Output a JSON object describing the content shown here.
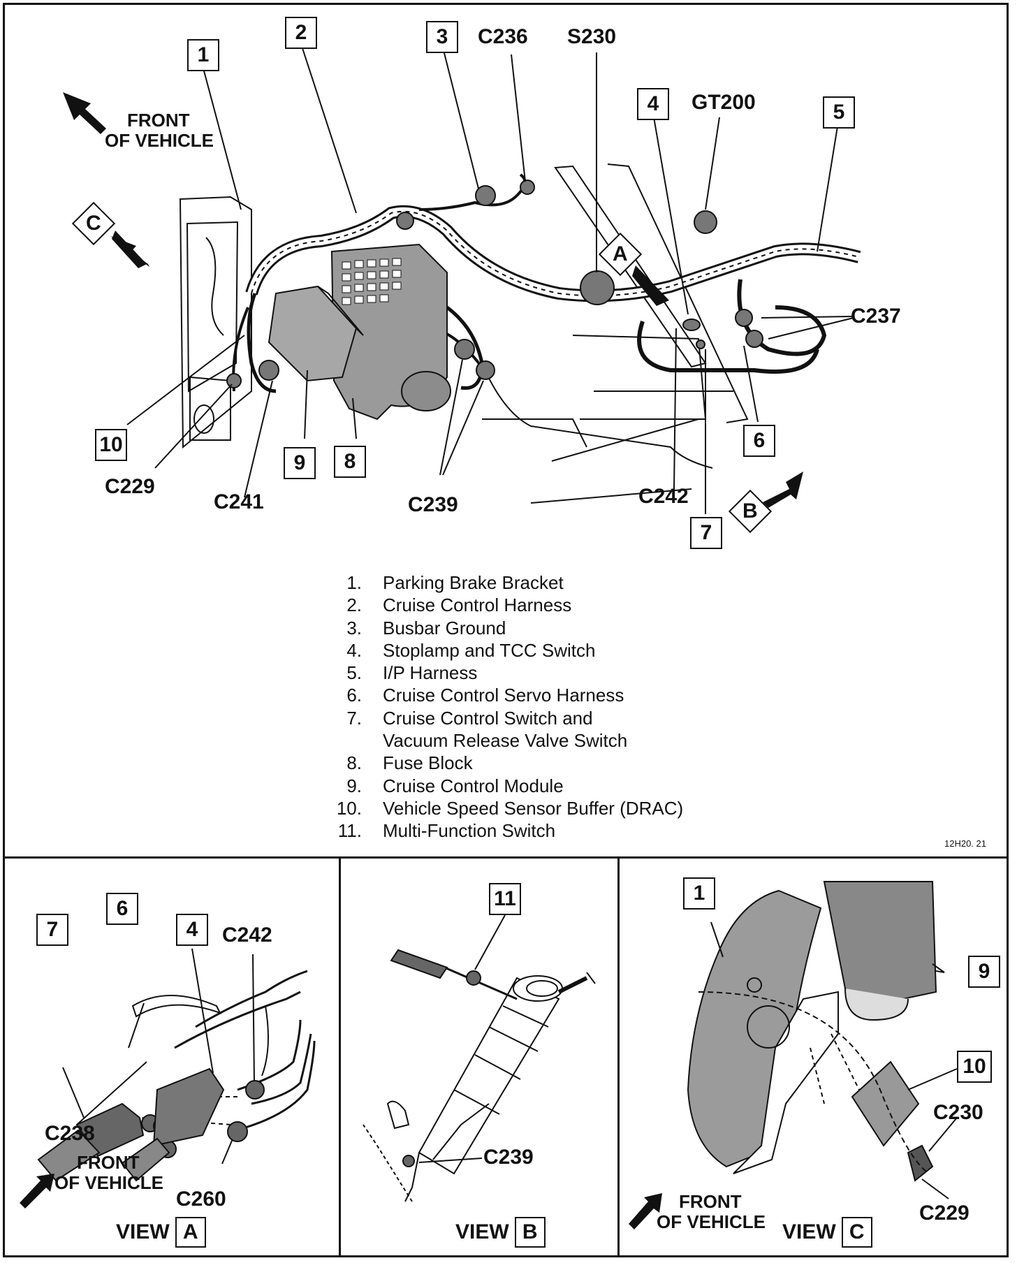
{
  "main_view": {
    "callouts": [
      "1",
      "2",
      "3",
      "4",
      "5",
      "6",
      "7",
      "8",
      "9",
      "10"
    ],
    "connectors": {
      "c236": "C236",
      "s230": "S230",
      "gt200": "GT200",
      "c237": "C237",
      "c229": "C229",
      "c241": "C241",
      "c239": "C239",
      "c242": "C242"
    },
    "front_of_vehicle": [
      "FRONT",
      "OF VEHICLE"
    ],
    "view_markers": [
      "A",
      "B",
      "C"
    ]
  },
  "legend": [
    {
      "num": "1.",
      "text": "Parking Brake Bracket"
    },
    {
      "num": "2.",
      "text": "Cruise Control Harness"
    },
    {
      "num": "3.",
      "text": "Busbar Ground"
    },
    {
      "num": "4.",
      "text": "Stoplamp and TCC Switch"
    },
    {
      "num": "5.",
      "text": "I/P Harness"
    },
    {
      "num": "6.",
      "text": "Cruise Control Servo Harness"
    },
    {
      "num": "7.",
      "text": "Cruise Control Switch and"
    },
    {
      "num": "",
      "text": "Vacuum Release Valve Switch"
    },
    {
      "num": "8.",
      "text": "Fuse Block"
    },
    {
      "num": "9.",
      "text": "Cruise Control Module"
    },
    {
      "num": "10.",
      "text": "Vehicle Speed Sensor Buffer (DRAC)"
    },
    {
      "num": "11.",
      "text": "Multi-Function Switch"
    }
  ],
  "figure_code": "12H20. 21",
  "view_a": {
    "callouts": [
      "7",
      "6",
      "4"
    ],
    "connectors": {
      "c242": "C242",
      "c238": "C238",
      "c260": "C260"
    },
    "front_of_vehicle": [
      "FRONT",
      "OF VEHICLE"
    ],
    "caption": "VIEW",
    "letter": "A"
  },
  "view_b": {
    "callouts": [
      "11"
    ],
    "connectors": {
      "c239": "C239"
    },
    "caption": "VIEW",
    "letter": "B"
  },
  "view_c": {
    "callouts": [
      "1",
      "9",
      "10"
    ],
    "connectors": {
      "c230": "C230",
      "c229": "C229"
    },
    "front_of_vehicle": [
      "FRONT",
      "OF VEHICLE"
    ],
    "caption": "VIEW",
    "letter": "C"
  }
}
